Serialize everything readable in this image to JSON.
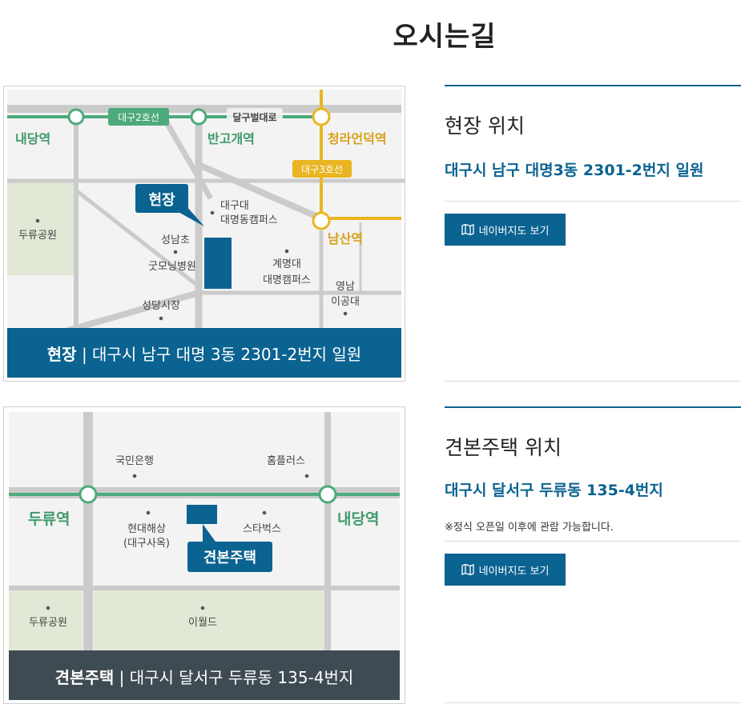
{
  "page": {
    "title": "오시는길"
  },
  "site": {
    "title": "현장 위치",
    "address": "대구시 남구 대명3동 2301-2번지 일원",
    "button_label": "네이버지도 보기",
    "map": {
      "banner_bold": "현장",
      "banner_rest": " | 대구시 남구 대명 3동 2301-2번지 일원",
      "marker": "현장",
      "line2": "대구2호선",
      "line3": "대구3호선",
      "road": "달구벌대로",
      "stations": {
        "naedang": "내당역",
        "bango": "반고개역",
        "cheongna": "청라언덕역",
        "namsan": "남산역"
      },
      "places": {
        "duryu_park": "두류공원",
        "daegu_univ_1": "대구대",
        "daegu_univ_2": "대명동캠퍼스",
        "seongnam": "성남초",
        "goodmorning": "굿모닝병원",
        "keimyung_1": "계명대",
        "keimyung_2": "대명캠퍼스",
        "yeongnam_1": "영남",
        "yeongnam_2": "이공대",
        "seongdang": "성당시장"
      }
    }
  },
  "model": {
    "title": "견본주택 위치",
    "address": "대구시 달서구 두류동 135-4번지",
    "note": "※정식 오픈일 이후에 관람 가능합니다.",
    "button_label": "네이버지도 보기",
    "map": {
      "banner_bold": "견본주택",
      "banner_rest": " | 대구시 달서구 두류동 135-4번지",
      "marker": "견본주택",
      "stations": {
        "duryu": "두류역",
        "naedang": "내당역"
      },
      "places": {
        "kookmin": "국민은행",
        "homeplus": "홈플러스",
        "hyundai_1": "현대해상",
        "hyundai_2": "(대구사옥)",
        "starbucks": "스타벅스",
        "duryu_park": "두류공원",
        "eworld": "이월드"
      }
    }
  },
  "colors": {
    "accent_blue": "#0b6391",
    "line_green": "#4daa7c",
    "line_yellow": "#e9b522",
    "road_gray": "#cbcbcb",
    "park_green": "#e2e8d6",
    "banner_dark": "#3f4b52"
  },
  "icons": {
    "map_button": "folded-map-icon"
  }
}
